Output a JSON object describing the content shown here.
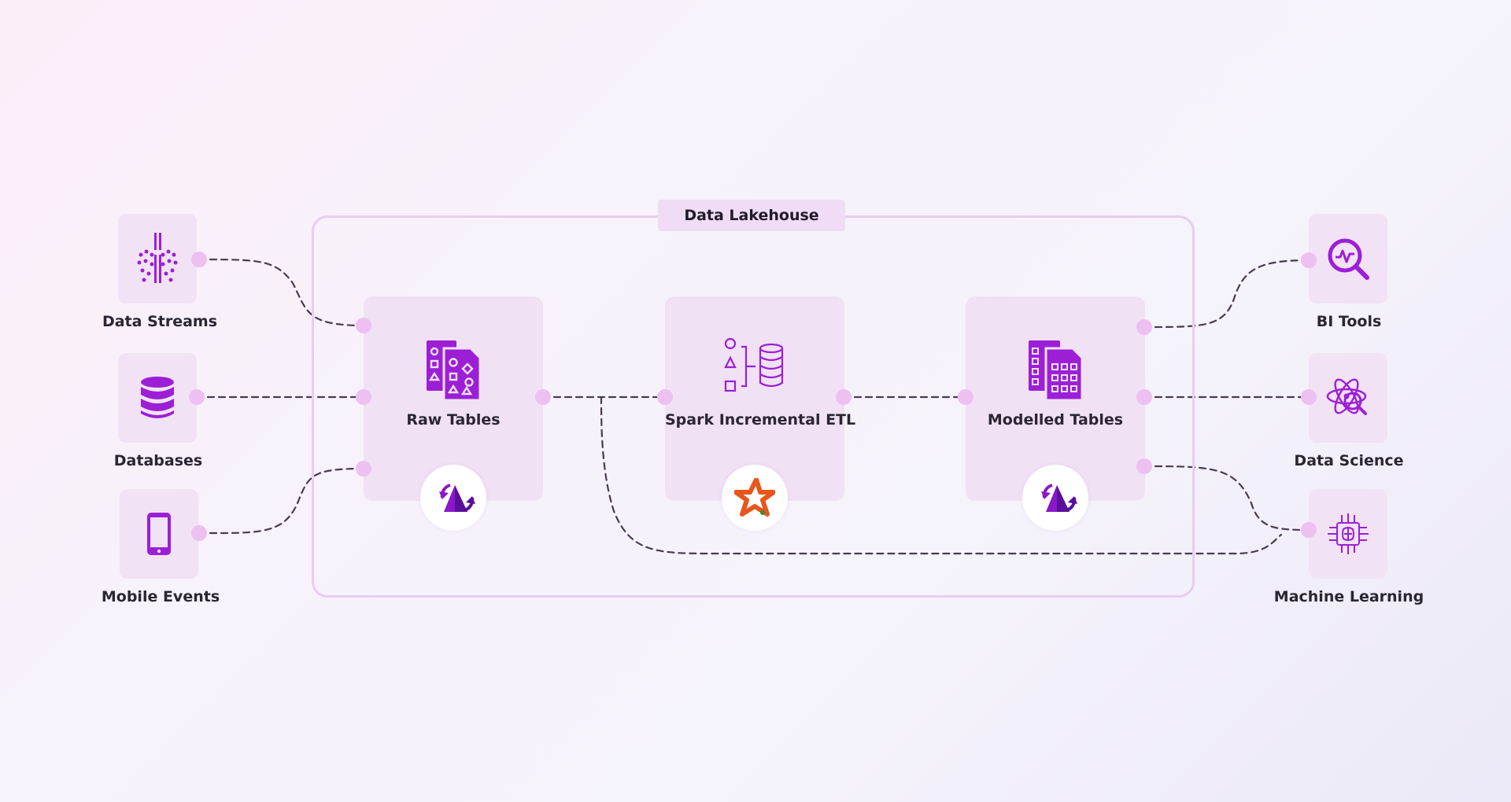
{
  "lakehouse": {
    "title": "Data Lakehouse"
  },
  "sources": {
    "data_streams": "Data Streams",
    "databases": "Databases",
    "mobile_events": "Mobile Events"
  },
  "stages": {
    "raw_tables": "Raw Tables",
    "spark_etl": "Spark Incremental ETL",
    "modelled_tables": "Modelled Tables"
  },
  "consumers": {
    "bi_tools": "BI Tools",
    "data_science": "Data Science",
    "machine_learning": "Machine Learning"
  },
  "colors": {
    "accent": "#9c1fd6",
    "tile": "#f2e2f5",
    "connector": "#4a3a52",
    "port": "#eec0f2",
    "spark_orange": "#e8561e"
  }
}
